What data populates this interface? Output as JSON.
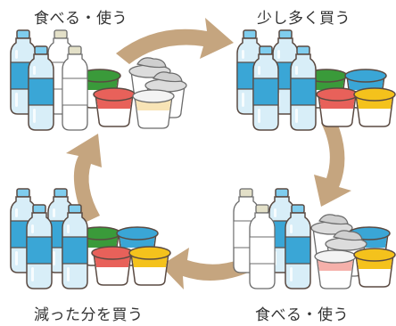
{
  "labels": {
    "top_left": "食べる・使う",
    "top_right": "少し多く買う",
    "bottom_left": "減った分を買う",
    "bottom_right": "食べる・使う"
  },
  "colors": {
    "arrow": "#c5a57f",
    "water_blue": "#3aa6d6",
    "water_body": "#d8eef8",
    "cup_red": "#e8615a",
    "cup_yellow": "#f4c21c",
    "cup_green": "#3a9a3a",
    "cup_blue": "#3aa6d6",
    "cup_empty": "#e8e8e8",
    "outline": "#5a4a42"
  }
}
